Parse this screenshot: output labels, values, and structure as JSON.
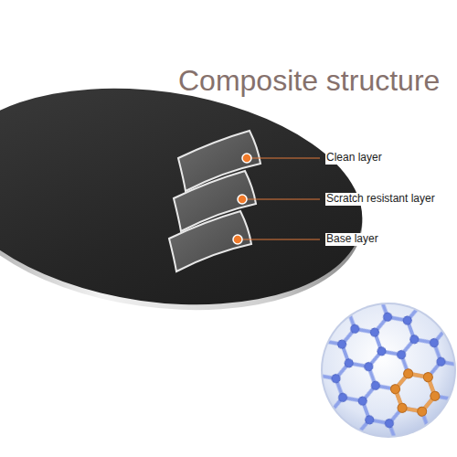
{
  "diagram": {
    "title": "Composite structure",
    "labels": [
      "Clean layer",
      "Scratch resistant layer",
      "Base layer"
    ]
  }
}
